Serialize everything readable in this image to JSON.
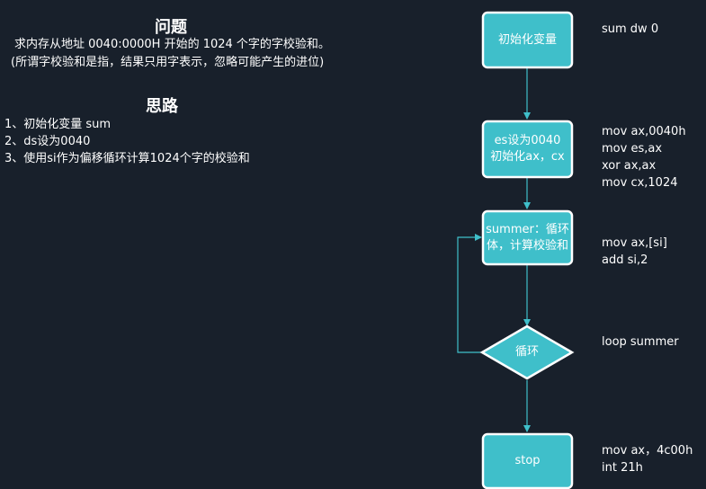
{
  "problem": {
    "title": "问题",
    "lines": [
      "求内存从地址 0040:0000H 开始的 1024 个字的字校验和。",
      "(所谓字校验和是指，结果只用字表示，忽略可能产生的进位)"
    ]
  },
  "approach": {
    "title": "思路",
    "lines": [
      "1、初始化变量 sum",
      "2、ds设为0040",
      "3、使用si作为偏移循环计算1024个字的校验和"
    ]
  },
  "flowchart": {
    "colors": {
      "node_fill": "#3fbfca",
      "node_stroke": "#ffffff",
      "arrow": "#3fbfca",
      "background": "#18202b"
    },
    "nodes": [
      {
        "id": "init",
        "shape": "rounded-rect",
        "lines": [
          "初始化变量"
        ]
      },
      {
        "id": "setup",
        "shape": "rounded-rect",
        "lines": [
          "es设为0040",
          "初始化ax，cx"
        ]
      },
      {
        "id": "summer",
        "shape": "rounded-rect",
        "lines": [
          "summer：循环",
          "体，计算校验和"
        ]
      },
      {
        "id": "loop",
        "shape": "diamond",
        "lines": [
          "循环"
        ]
      },
      {
        "id": "stop",
        "shape": "rounded-rect",
        "lines": [
          "stop"
        ]
      }
    ]
  },
  "code": [
    {
      "node": "init",
      "lines": [
        "sum dw 0"
      ]
    },
    {
      "node": "setup",
      "lines": [
        "mov ax,0040h",
        "mov es,ax",
        "xor ax,ax",
        "mov cx,1024"
      ]
    },
    {
      "node": "summer",
      "lines": [
        "mov ax,[si]",
        "add si,2"
      ]
    },
    {
      "node": "loop",
      "lines": [
        "loop summer"
      ]
    },
    {
      "node": "stop",
      "lines": [
        "mov ax，4c00h",
        "int 21h"
      ]
    }
  ]
}
